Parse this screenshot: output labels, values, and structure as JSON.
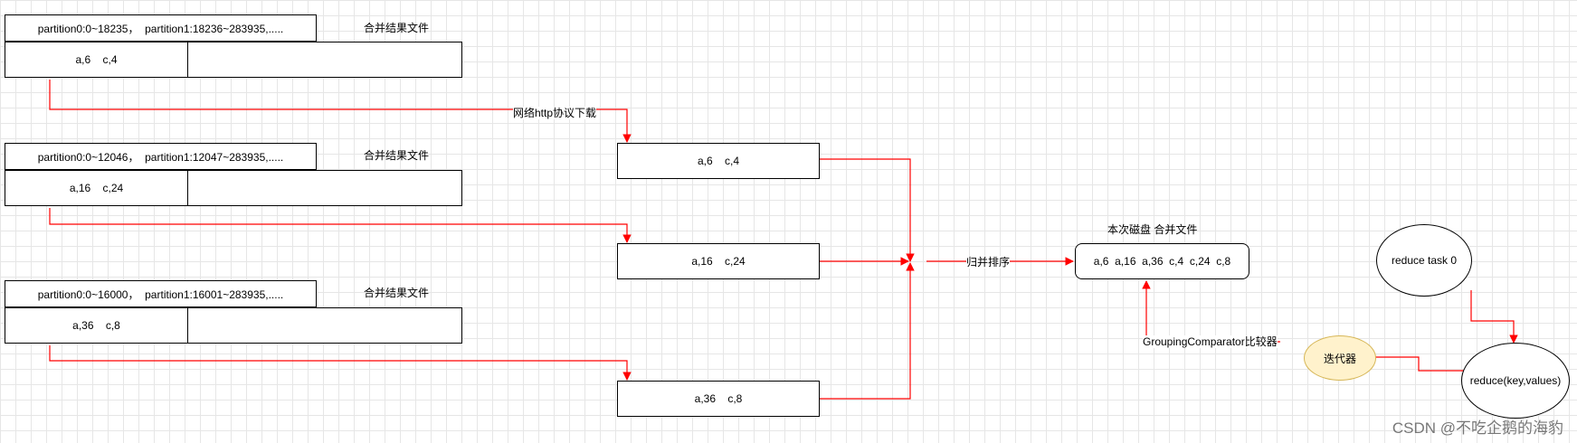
{
  "maps": [
    {
      "header": "partition0:0~18235，  partition1:18236~283935,.....",
      "caption": "合并结果文件",
      "data": "a,6    c,4"
    },
    {
      "header": "partition0:0~12046，  partition1:12047~283935,.....",
      "caption": "合并结果文件",
      "data": "a,16    c,24"
    },
    {
      "header": "partition0:0~16000，  partition1:16001~283935,.....",
      "caption": "合并结果文件",
      "data": "a,36    c,8"
    }
  ],
  "downloaded": [
    "a,6    c,4",
    "a,16    c,24",
    "a,36    c,8"
  ],
  "download_label": "网络http协议下载",
  "sort_label": "归并排序",
  "merged": {
    "caption": "本次磁盘 合并文件",
    "content": "a,6  a,16  a,36  c,4  c,24  c,8"
  },
  "comparator_label": "GroupingComparator比较器",
  "iterator_label": "迭代器",
  "reduce_task": "reduce task 0",
  "reduce_fn": "reduce(key,values)",
  "watermark": "CSDN @不吃企鹅的海豹",
  "colors": {
    "edge": "#ff0000",
    "iterator_fill": "#fff2cc",
    "iterator_stroke": "#d6b656"
  }
}
